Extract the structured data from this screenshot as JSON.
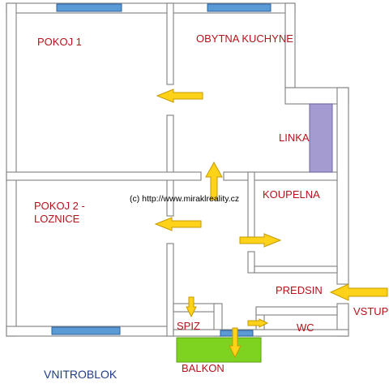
{
  "rooms": {
    "pokoj1": "POKOJ 1",
    "obytna_kuchyne": "OBYTNA KUCHYNE",
    "linka": "LINKA",
    "pokoj2_line1": "POKOJ 2 -",
    "pokoj2_line2": "LOZNICE",
    "koupelna": "KOUPELNA",
    "predsin": "PREDSIN",
    "vstup": "VSTUP",
    "spiz": "SPIZ",
    "wc": "WC",
    "balkon": "BALKON"
  },
  "footer": {
    "vnitroblok": "VNITROBLOK"
  },
  "copyright": "(c) http://www.miraklreality.cz",
  "colors": {
    "label": "#b5121b",
    "footer": "#1f3b8c",
    "window": "#5b9bd5",
    "window_border": "#2a5fa0",
    "kitchen_counter": "#a49bd0",
    "balcony": "#7ed321",
    "arrow_fill": "#ffd21a",
    "arrow_stroke": "#c49a00",
    "wall": "#8a8a8a"
  }
}
